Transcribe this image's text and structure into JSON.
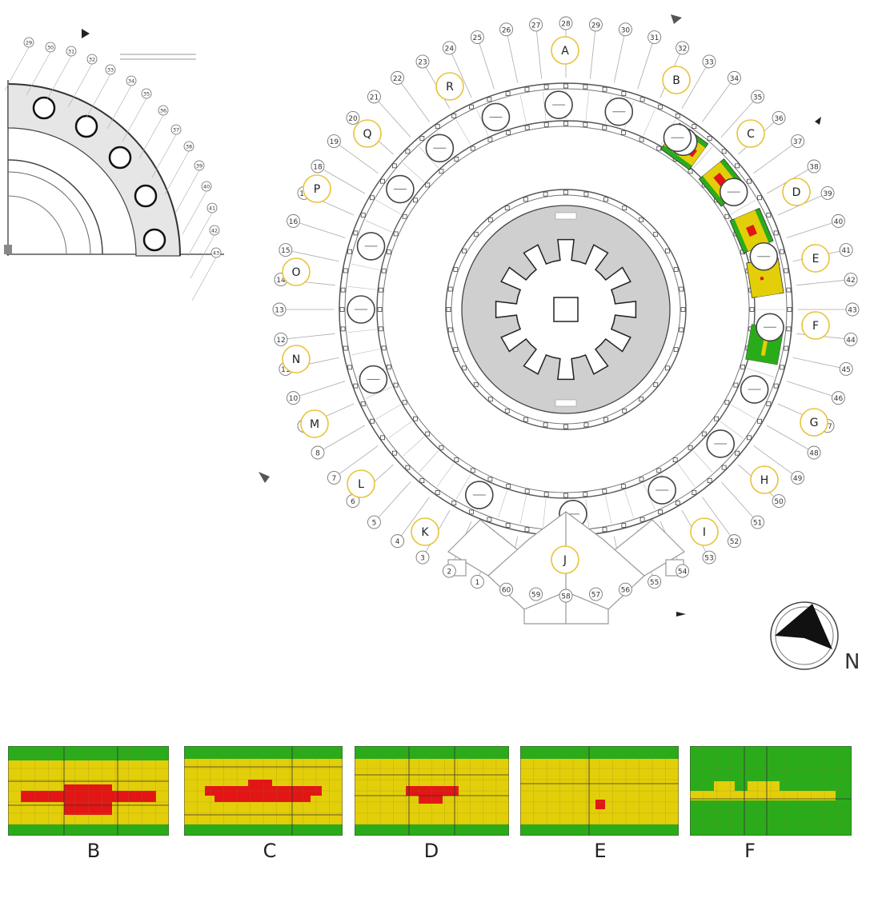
{
  "plan": {
    "column_numbers": [
      "1",
      "2",
      "3",
      "4",
      "5",
      "6",
      "7",
      "8",
      "9",
      "10",
      "11",
      "12",
      "13",
      "14",
      "15",
      "16",
      "17",
      "18",
      "19",
      "20",
      "21",
      "22",
      "23",
      "24",
      "25",
      "26",
      "27",
      "28",
      "29",
      "30",
      "31",
      "32",
      "33",
      "34",
      "35",
      "36",
      "37",
      "38",
      "39",
      "40",
      "41",
      "42",
      "43",
      "44",
      "45",
      "46",
      "47",
      "48",
      "49",
      "50",
      "51",
      "52",
      "53",
      "54",
      "55",
      "56",
      "57",
      "58",
      "59",
      "60"
    ],
    "zone_letters": [
      "A",
      "B",
      "C",
      "D",
      "E",
      "F",
      "G",
      "H",
      "I",
      "J",
      "K",
      "L",
      "M",
      "N",
      "O",
      "P",
      "Q",
      "R"
    ],
    "inset_numbers": [
      "29",
      "30",
      "31",
      "32",
      "33",
      "34",
      "35",
      "36",
      "37",
      "38",
      "39",
      "40",
      "41",
      "42",
      "43"
    ],
    "compass_letter": "N"
  },
  "panels": [
    {
      "label": "B"
    },
    {
      "label": "C"
    },
    {
      "label": "D"
    },
    {
      "label": "E"
    },
    {
      "label": "F"
    }
  ],
  "colors": {
    "green": "#2aac1a",
    "yellow": "#e3cf09",
    "red": "#e31515",
    "line": "#6a6a6a",
    "zone_ring": "#e8c33a"
  }
}
